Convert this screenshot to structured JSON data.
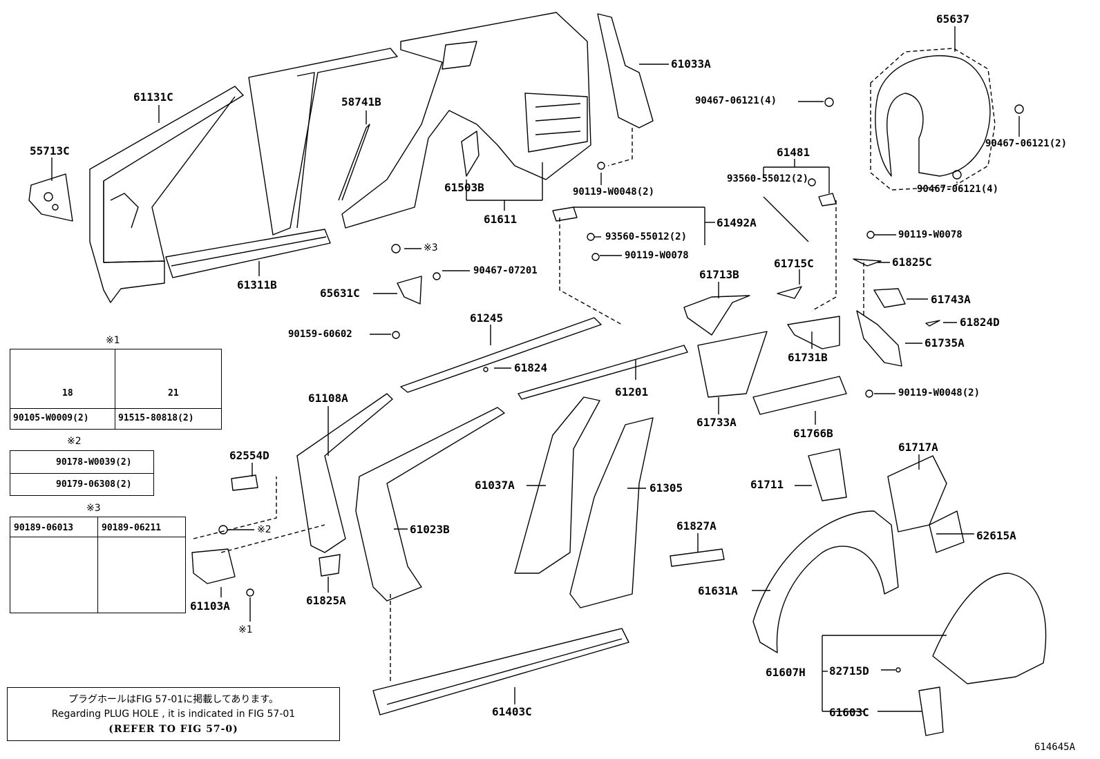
{
  "diagram": {
    "figure_id": "614645A",
    "labels": {
      "p61131C": "61131C",
      "p55713C": "55713C",
      "p58741B": "58741B",
      "p61033A": "61033A",
      "p65637": "65637",
      "p90467_06121_4a": "90467-06121(4)",
      "p90467_06121_2": "90467-06121(2)",
      "p90467_06121_4b": "90467-06121(4)",
      "p90119_W0048_2a": "90119-W0048(2)",
      "p61503B": "61503B",
      "p61611": "61611",
      "p61481": "61481",
      "p93560_55012_2a": "93560-55012(2)",
      "p90119_W0078a": "90119-W0078",
      "p61492A": "61492A",
      "p93560_55012_2b": "93560-55012(2)",
      "p90119_W0078b": "90119-W0078",
      "p61311B": "61311B",
      "p90467_07201": "90467-07201",
      "p65631C": "65631C",
      "p90159_60602": "90159-60602",
      "p61825C": "61825C",
      "p61713B": "61713B",
      "p61715C": "61715C",
      "p61743A": "61743A",
      "p61824D": "61824D",
      "p61735A": "61735A",
      "p61731B": "61731B",
      "p61245": "61245",
      "p61824": "61824",
      "p61201": "61201",
      "p61733A": "61733A",
      "p61766B": "61766B",
      "p90119_W0048_2b": "90119-W0048(2)",
      "p61108A": "61108A",
      "p62554D": "62554D",
      "p61037A": "61037A",
      "p61305": "61305",
      "p61717A": "61717A",
      "p61711": "61711",
      "p61023B": "61023B",
      "p62615A": "62615A",
      "p61827A": "61827A",
      "p61103A": "61103A",
      "p61825A": "61825A",
      "p61631A": "61631A",
      "p61607H": "61607H",
      "p82715D": "82715D",
      "p61603C": "61603C",
      "p61403C": "61403C"
    },
    "marks": {
      "m1": "※1",
      "m2": "※2",
      "m3": "※3",
      "m3b": "※3",
      "m2b": "※2",
      "m1b": "※1"
    },
    "legend1": {
      "mark": "※1",
      "left_part": "90105-W0009(2)",
      "right_part": "91515-80818(2)",
      "left_dim": "18",
      "right_dim": "21"
    },
    "legend2": {
      "mark": "※2",
      "row1": "90178-W0039(2)",
      "row2": "90179-06308(2)"
    },
    "legend3": {
      "mark": "※3",
      "left_part": "90189-06013",
      "right_part": "90189-06211"
    },
    "note": {
      "line1": "プラグホールはFIG 57-01に掲載してあります。",
      "line2": "Regarding  PLUG HOLE , it is indicated in FIG 57-01",
      "line3": "(REFER TO FIG 57-0)"
    }
  }
}
